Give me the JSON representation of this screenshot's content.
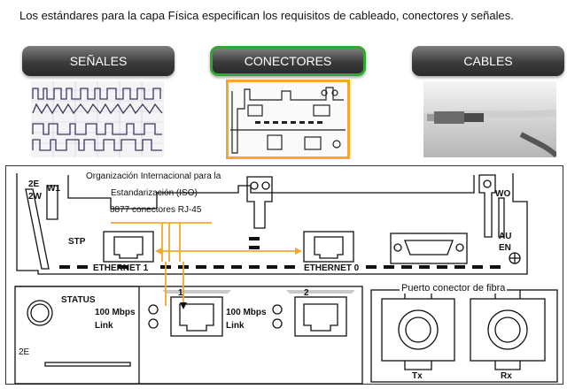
{
  "heading": "Los estándares para la capa Física especifican los requisitos de cableado, conectores y señales.",
  "tabs": [
    {
      "label": "SEÑALES",
      "active": false
    },
    {
      "label": "CONECTORES",
      "active": true
    },
    {
      "label": "CABLES",
      "active": false
    }
  ],
  "diagram": {
    "org_line1": "Organización Internacional para la",
    "org_line2": "Estandarización (ISO)",
    "org_line3": "8877 conectores RJ-45",
    "label_2e": "2E",
    "label_w1": "W1",
    "label_2w": "2W",
    "label_stp": "STP",
    "label_eth1": "ETHERNET 1",
    "label_eth0": "ETHERNET 0",
    "label_wo": "WO",
    "label_au": "AU",
    "label_en": "EN",
    "label_status": "STATUS",
    "label_100_left": "100 Mbps",
    "label_link_left": "Link",
    "label_port1": "1",
    "label_100_right": "100 Mbps",
    "label_link_right": "Link",
    "label_port2": "2",
    "label_2e_bottom": "2E",
    "fiber_title": "Puerto conector de fibra",
    "label_tx": "Tx",
    "label_rx": "Rx"
  },
  "colors": {
    "accent": "#f0a92c",
    "active_border": "#2fa82f"
  }
}
